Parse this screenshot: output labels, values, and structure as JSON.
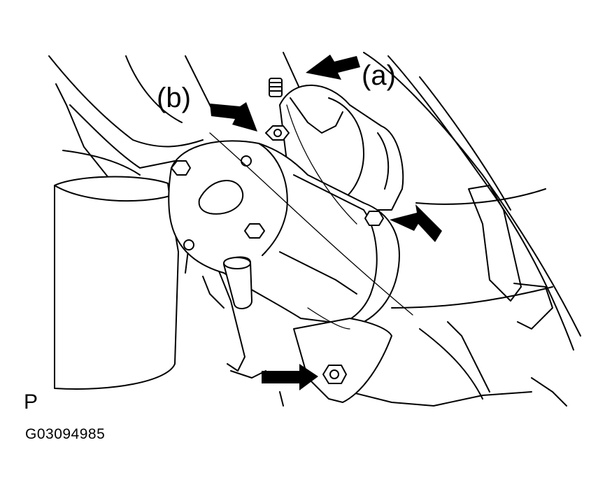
{
  "labels": {
    "callout_a": "(a)",
    "callout_b": "(b)",
    "view_code": "P",
    "figure_id": "G03094985"
  }
}
